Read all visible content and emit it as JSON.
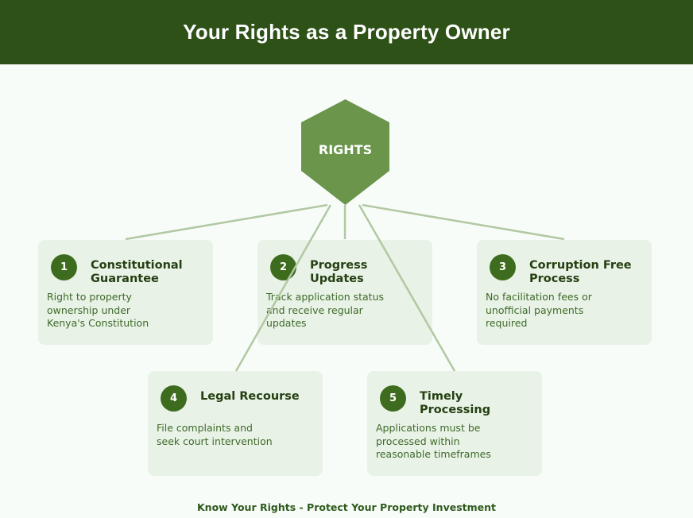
{
  "header": {
    "title": "Your Rights as a Property Owner"
  },
  "center": {
    "label": "RIGHTS"
  },
  "rights": [
    {
      "number": "1",
      "title": "Constitutional Guarantee",
      "description": "Right to property ownership under Kenya's Constitution"
    },
    {
      "number": "2",
      "title": "Progress Updates",
      "description": "Track application status and receive regular updates"
    },
    {
      "number": "3",
      "title": "Corruption Free Process",
      "description": "No facilitation fees or unofficial payments required"
    },
    {
      "number": "4",
      "title": "Legal Recourse",
      "description": "File complaints and seek court intervention"
    },
    {
      "number": "5",
      "title": "Timely Processing",
      "description": "Applications must be processed within reasonable timeframes"
    }
  ],
  "footer": {
    "text": "Know Your Rights - Protect Your Property Investment"
  },
  "colors": {
    "header": "#2e5118",
    "hexagon": "#6a954b",
    "card": "#e8f2e6",
    "badge": "#3e6c1e",
    "connector": "#b2c8a2"
  }
}
